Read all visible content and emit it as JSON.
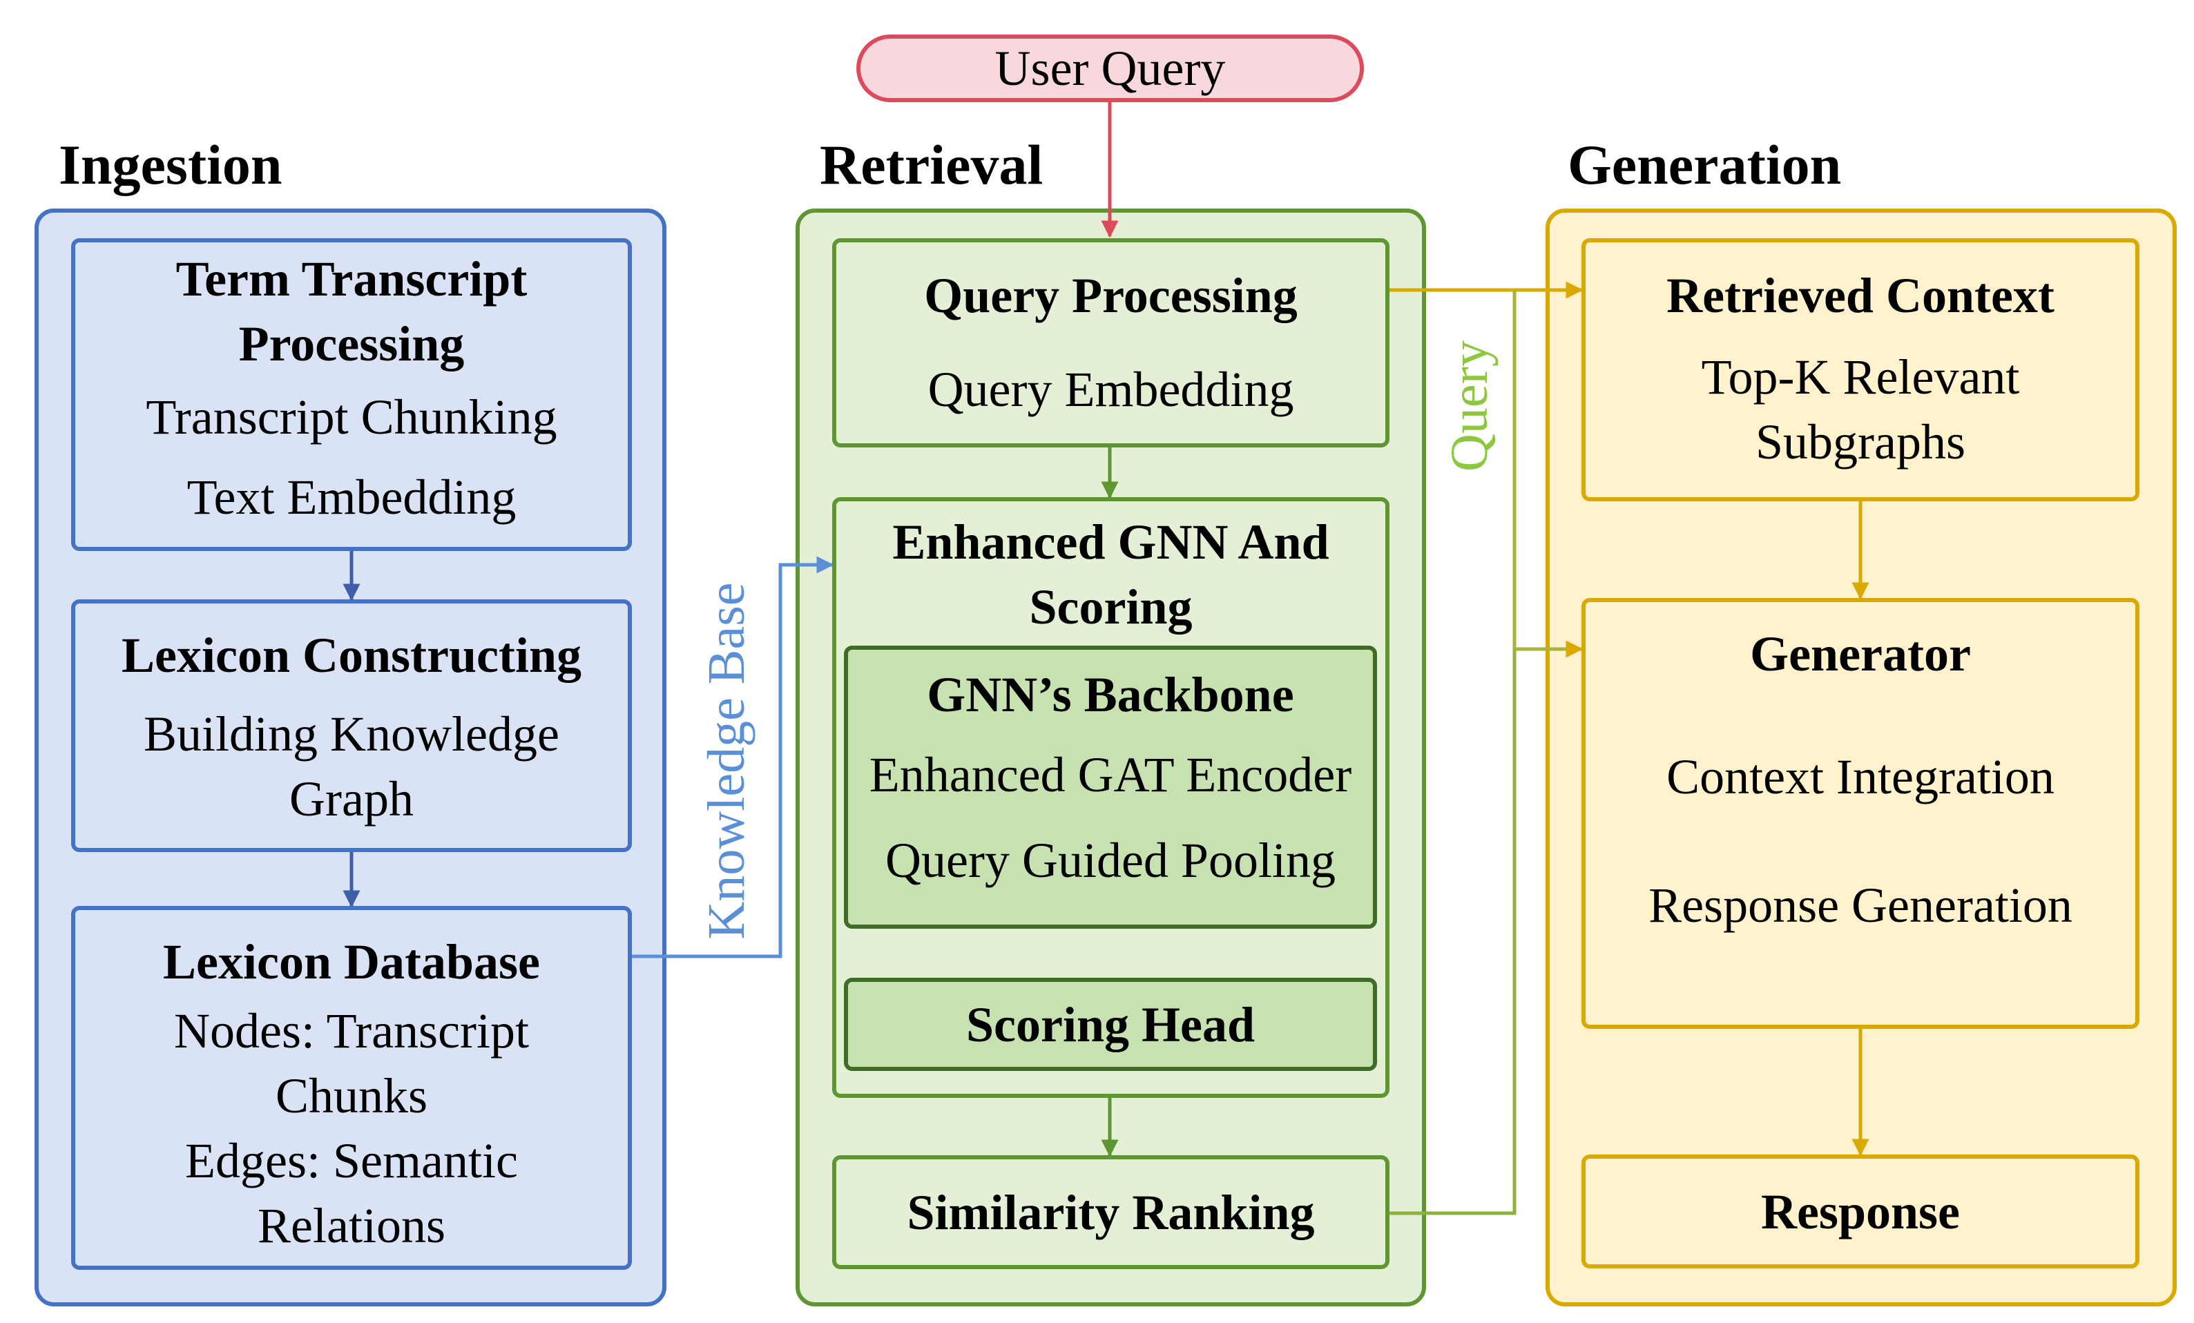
{
  "user_query": "User Query",
  "ingestion": {
    "title": "Ingestion",
    "transcript_processing": {
      "title": [
        "Term Transcript",
        "Processing"
      ],
      "items": [
        "Transcript Chunking",
        "Text Embedding"
      ]
    },
    "lexicon_constructing": {
      "title": "Lexicon Constructing",
      "items": [
        "Building Knowledge",
        "Graph"
      ]
    },
    "lexicon_database": {
      "title": "Lexicon Database",
      "items": [
        "Nodes: Transcript",
        "Chunks",
        "Edges: Semantic",
        "Relations"
      ]
    }
  },
  "knowledge_base_label": "Knowledge Base",
  "retrieval": {
    "title": "Retrieval",
    "query_processing": {
      "title": "Query Processing",
      "item": "Query Embedding"
    },
    "enhanced_gnn": {
      "title": [
        "Enhanced GNN And",
        "Scoring"
      ],
      "backbone": {
        "title": "GNN’s Backbone",
        "items": [
          "Enhanced GAT Encoder",
          "Query Guided Pooling"
        ]
      },
      "scoring_head": "Scoring Head"
    },
    "similarity_ranking": "Similarity Ranking"
  },
  "query_label": "Query",
  "generation": {
    "title": "Generation",
    "retrieved_context": {
      "title": "Retrieved Context",
      "items": [
        "Top-K Relevant",
        "Subgraphs"
      ]
    },
    "generator": {
      "title": "Generator",
      "items": [
        "Context Integration",
        "Response Generation"
      ]
    },
    "response": "Response"
  },
  "colors": {
    "ingestion_fill": "#dae3f5",
    "ingestion_stroke": "#4472c4",
    "retrieval_fill": "#e3f0d6",
    "retrieval_stroke": "#5e9632",
    "generation_fill": "#fff2cc",
    "generation_stroke": "#d9a900",
    "query_fill": "#f8d7dd",
    "query_stroke": "#dc4a5c",
    "query_label": "#8dc63f"
  }
}
